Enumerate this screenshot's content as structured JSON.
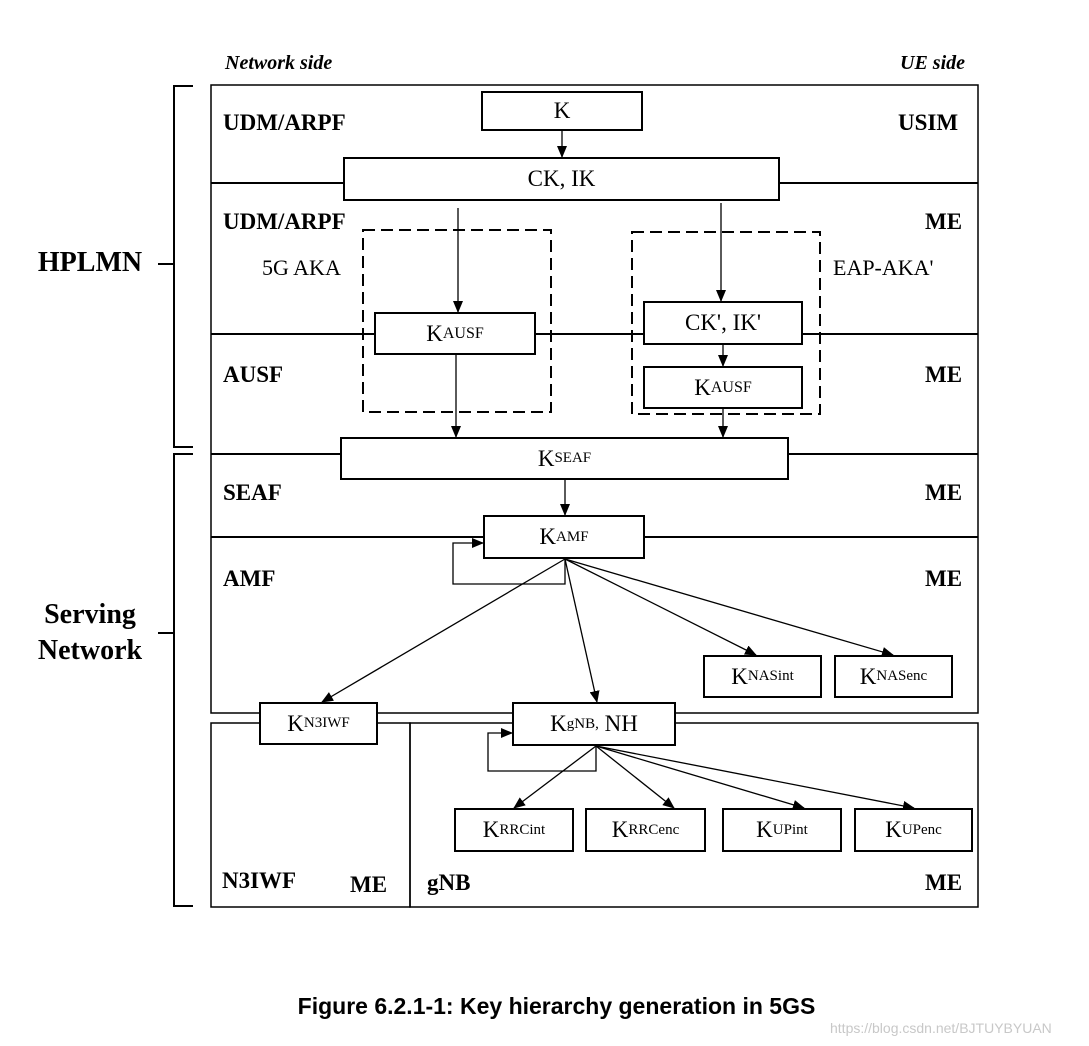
{
  "headers": {
    "network_side": "Network side",
    "ue_side": "UE side"
  },
  "groups": {
    "hplmn": "HPLMN",
    "serving_line1": "Serving",
    "serving_line2": "Network"
  },
  "labels": {
    "udm_arpf_1": "UDM/ARPF",
    "usim": "USIM",
    "udm_arpf_2": "UDM/ARPF",
    "me_1": "ME",
    "ausf": "AUSF",
    "me_2": "ME",
    "seaf": "SEAF",
    "me_3": "ME",
    "amf": "AMF",
    "me_4": "ME",
    "n3iwf": "N3IWF",
    "me_5": "ME",
    "gnb": "gNB",
    "me_6": "ME"
  },
  "methods": {
    "aka_5g": "5G AKA",
    "eap_aka": "EAP-AKA'"
  },
  "keys": {
    "k": "K",
    "ck_ik": "CK, IK",
    "ck_ik_prime": "CK', IK'",
    "kausf_left": {
      "base": "K",
      "sub": "AUSF"
    },
    "kausf_right": {
      "base": "K",
      "sub": "AUSF"
    },
    "kseaf": {
      "base": "K",
      "sub": "SEAF"
    },
    "kamf": {
      "base": "K",
      "sub": "AMF"
    },
    "knasint": {
      "base": "K",
      "sub": "NASint"
    },
    "knasenc": {
      "base": "K",
      "sub": "NASenc"
    },
    "kn3iwf": {
      "base": "K",
      "sub": "N3IWF"
    },
    "kgnb": {
      "base": "K",
      "sub": "gNB,",
      "suffix": " NH"
    },
    "krrcint": {
      "base": "K",
      "sub": "RRCint"
    },
    "krrcenc": {
      "base": "K",
      "sub": "RRCenc"
    },
    "kupint": {
      "base": "K",
      "sub": "UPint"
    },
    "kupenc": {
      "base": "K",
      "sub": "UPenc"
    }
  },
  "caption": "Figure 6.2.1-1: Key hierarchy generation in 5GS",
  "watermark": "https://blog.csdn.net/BJTUYBYUAN"
}
